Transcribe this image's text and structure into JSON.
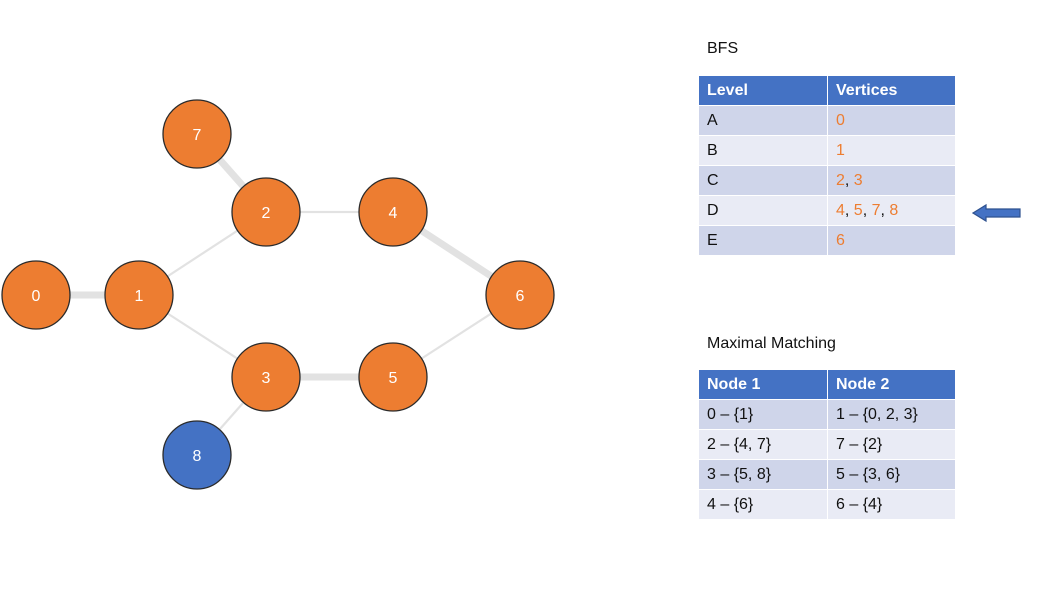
{
  "colors": {
    "visited": "#ED7D31",
    "unvisited": "#4472C4",
    "edge": "#E2E2E2",
    "header": "#4472C4"
  },
  "graph": {
    "nodes": [
      {
        "id": "0",
        "state": "visited"
      },
      {
        "id": "1",
        "state": "visited"
      },
      {
        "id": "2",
        "state": "visited"
      },
      {
        "id": "3",
        "state": "visited"
      },
      {
        "id": "4",
        "state": "visited"
      },
      {
        "id": "5",
        "state": "visited"
      },
      {
        "id": "6",
        "state": "visited"
      },
      {
        "id": "7",
        "state": "visited"
      },
      {
        "id": "8",
        "state": "unvisited"
      }
    ],
    "edges": [
      {
        "from": "0",
        "to": "1",
        "matched": true
      },
      {
        "from": "1",
        "to": "2",
        "matched": false
      },
      {
        "from": "1",
        "to": "3",
        "matched": false
      },
      {
        "from": "2",
        "to": "7",
        "matched": true
      },
      {
        "from": "2",
        "to": "4",
        "matched": false
      },
      {
        "from": "3",
        "to": "5",
        "matched": true
      },
      {
        "from": "3",
        "to": "8",
        "matched": false
      },
      {
        "from": "4",
        "to": "6",
        "matched": true
      },
      {
        "from": "5",
        "to": "6",
        "matched": false
      }
    ]
  },
  "bfs": {
    "title": "BFS",
    "headers": [
      "Level",
      "Vertices"
    ],
    "rows": [
      {
        "level": "A",
        "vertices": [
          "0"
        ]
      },
      {
        "level": "B",
        "vertices": [
          "1"
        ]
      },
      {
        "level": "C",
        "vertices": [
          "2",
          "3"
        ]
      },
      {
        "level": "D",
        "vertices": [
          "4",
          "5",
          "7",
          "8"
        ]
      },
      {
        "level": "E",
        "vertices": [
          "6"
        ]
      }
    ],
    "current_row": 3
  },
  "matching": {
    "title": "Maximal Matching",
    "headers": [
      "Node 1",
      "Node 2"
    ],
    "rows": [
      [
        "0 – {1}",
        "1 – {0, 2, 3}"
      ],
      [
        "2 – {4, 7}",
        "7 – {2}"
      ],
      [
        "3 – {5, 8}",
        "5 – {3, 6}"
      ],
      [
        "4 – {6}",
        "6 – {4}"
      ]
    ]
  },
  "icons": {
    "pointer": "arrow-left-icon"
  }
}
